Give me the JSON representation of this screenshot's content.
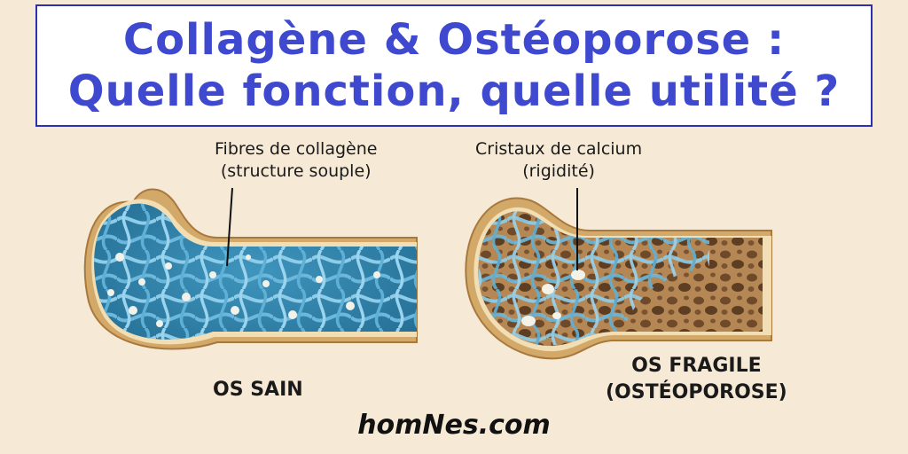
{
  "title": {
    "line1": "Collagène & Ostéoporose :",
    "line2": "Quelle fonction, quelle utilité ?"
  },
  "callouts": {
    "collagen": {
      "line1": "Fibres de collagène",
      "line2": "(structure souple)"
    },
    "calcium": {
      "line1": "Cristaux de calcium",
      "line2": "(rigidité)"
    }
  },
  "bones": {
    "healthy": {
      "label": "OS SAIN"
    },
    "fragile": {
      "line1": "OS FRAGILE",
      "line2": "(OSTÉOPOROSE)"
    }
  },
  "website": "homNes.com",
  "colors": {
    "title_text": "#3e49cf",
    "title_border": "#2b2fb0",
    "background": "#f6ead6",
    "bone_shell": "#d3a96a",
    "bone_rim": "#f1deb4",
    "healthy_marrow": "#2e7fa6",
    "collagen_fiber": "#7cc3e3",
    "porous_marrow": "#a47a4d"
  }
}
